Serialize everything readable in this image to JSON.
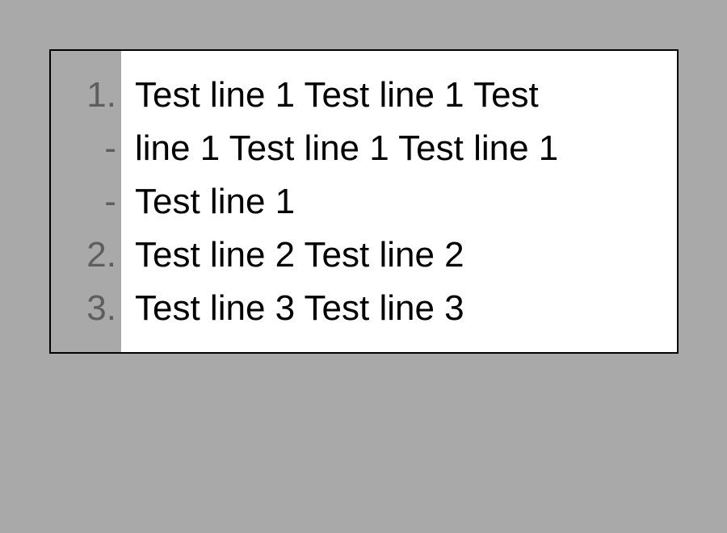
{
  "colors": {
    "background": "#a9a9a9",
    "gutter_background": "#a9a9a9",
    "gutter_text": "#5e5e5e",
    "editor_background": "#ffffff",
    "editor_border": "#000000",
    "text": "#000000"
  },
  "editor": {
    "rows": [
      {
        "marker": "1.",
        "text": "Test line 1 Test line 1 Test"
      },
      {
        "marker": "-",
        "text": "line 1 Test line 1 Test line 1"
      },
      {
        "marker": "-",
        "text": "Test line 1"
      },
      {
        "marker": "2.",
        "text": "Test line 2 Test line 2"
      },
      {
        "marker": "3.",
        "text": "Test line 3 Test line 3"
      }
    ]
  }
}
